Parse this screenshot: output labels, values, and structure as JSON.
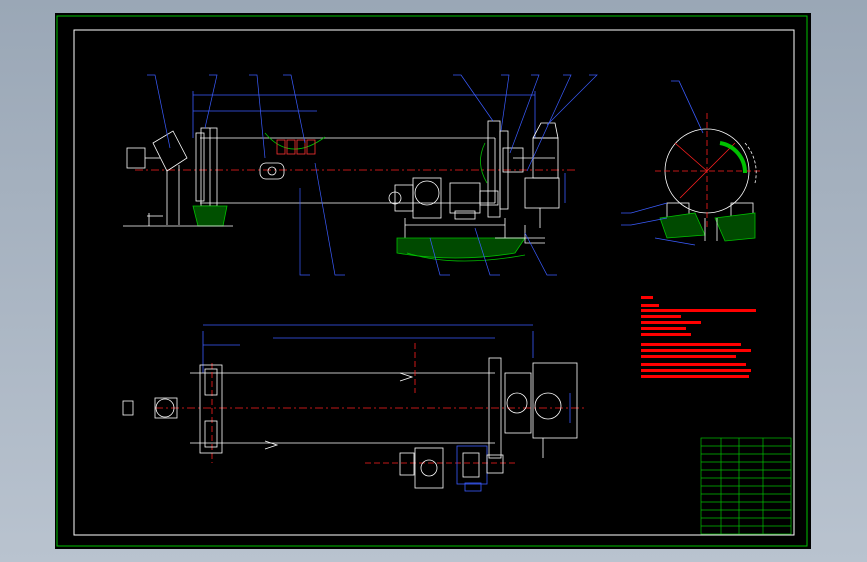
{
  "drawing": {
    "sheet_color": "#000000",
    "frame_color": "#00c000",
    "line_colors": {
      "outline": "#ffffff",
      "dimension": "#3a5cff",
      "center": "#ff2020",
      "hatch": "#00c000",
      "notes": "#ff0000",
      "table": "#00c000"
    },
    "views": [
      "front-elevation",
      "end-section",
      "plan-view"
    ],
    "balloon_count_front": 13,
    "balloon_count_section": 4,
    "notes_block": {
      "lines": 9
    },
    "title_block": {
      "rows": 12
    }
  }
}
